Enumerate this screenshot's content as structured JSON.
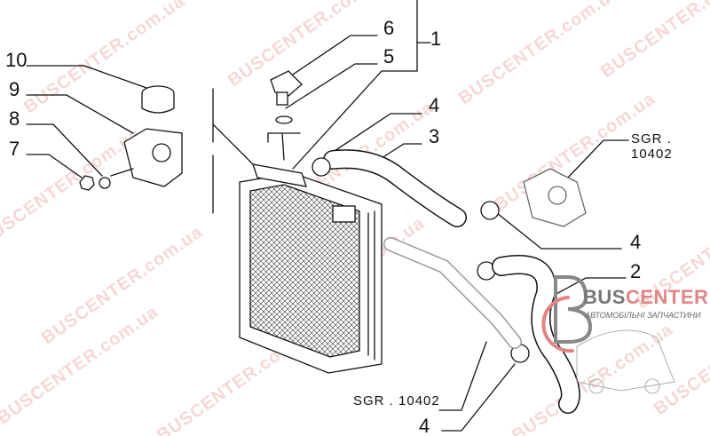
{
  "watermark": "BUSCENTER.com.ua",
  "logo": {
    "brand_part1": "BUS",
    "brand_part2": "CENTER",
    "tagline": "АВТОМОБІЛЬНІ ЗАПЧАСТИНИ"
  },
  "callouts": {
    "c10": "10",
    "c9": "9",
    "c8": "8",
    "c7": "7",
    "c6": "6",
    "c5": "5",
    "c1": "1",
    "c4a": "4",
    "c3": "3",
    "sgr_top": "SGR . 10402",
    "c4b": "4",
    "c2": "2",
    "sgr_bottom": "SGR . 10402",
    "c4c": "4"
  },
  "colors": {
    "line": "#111111",
    "watermark": "#e08585",
    "logo_grey": "#777777"
  }
}
